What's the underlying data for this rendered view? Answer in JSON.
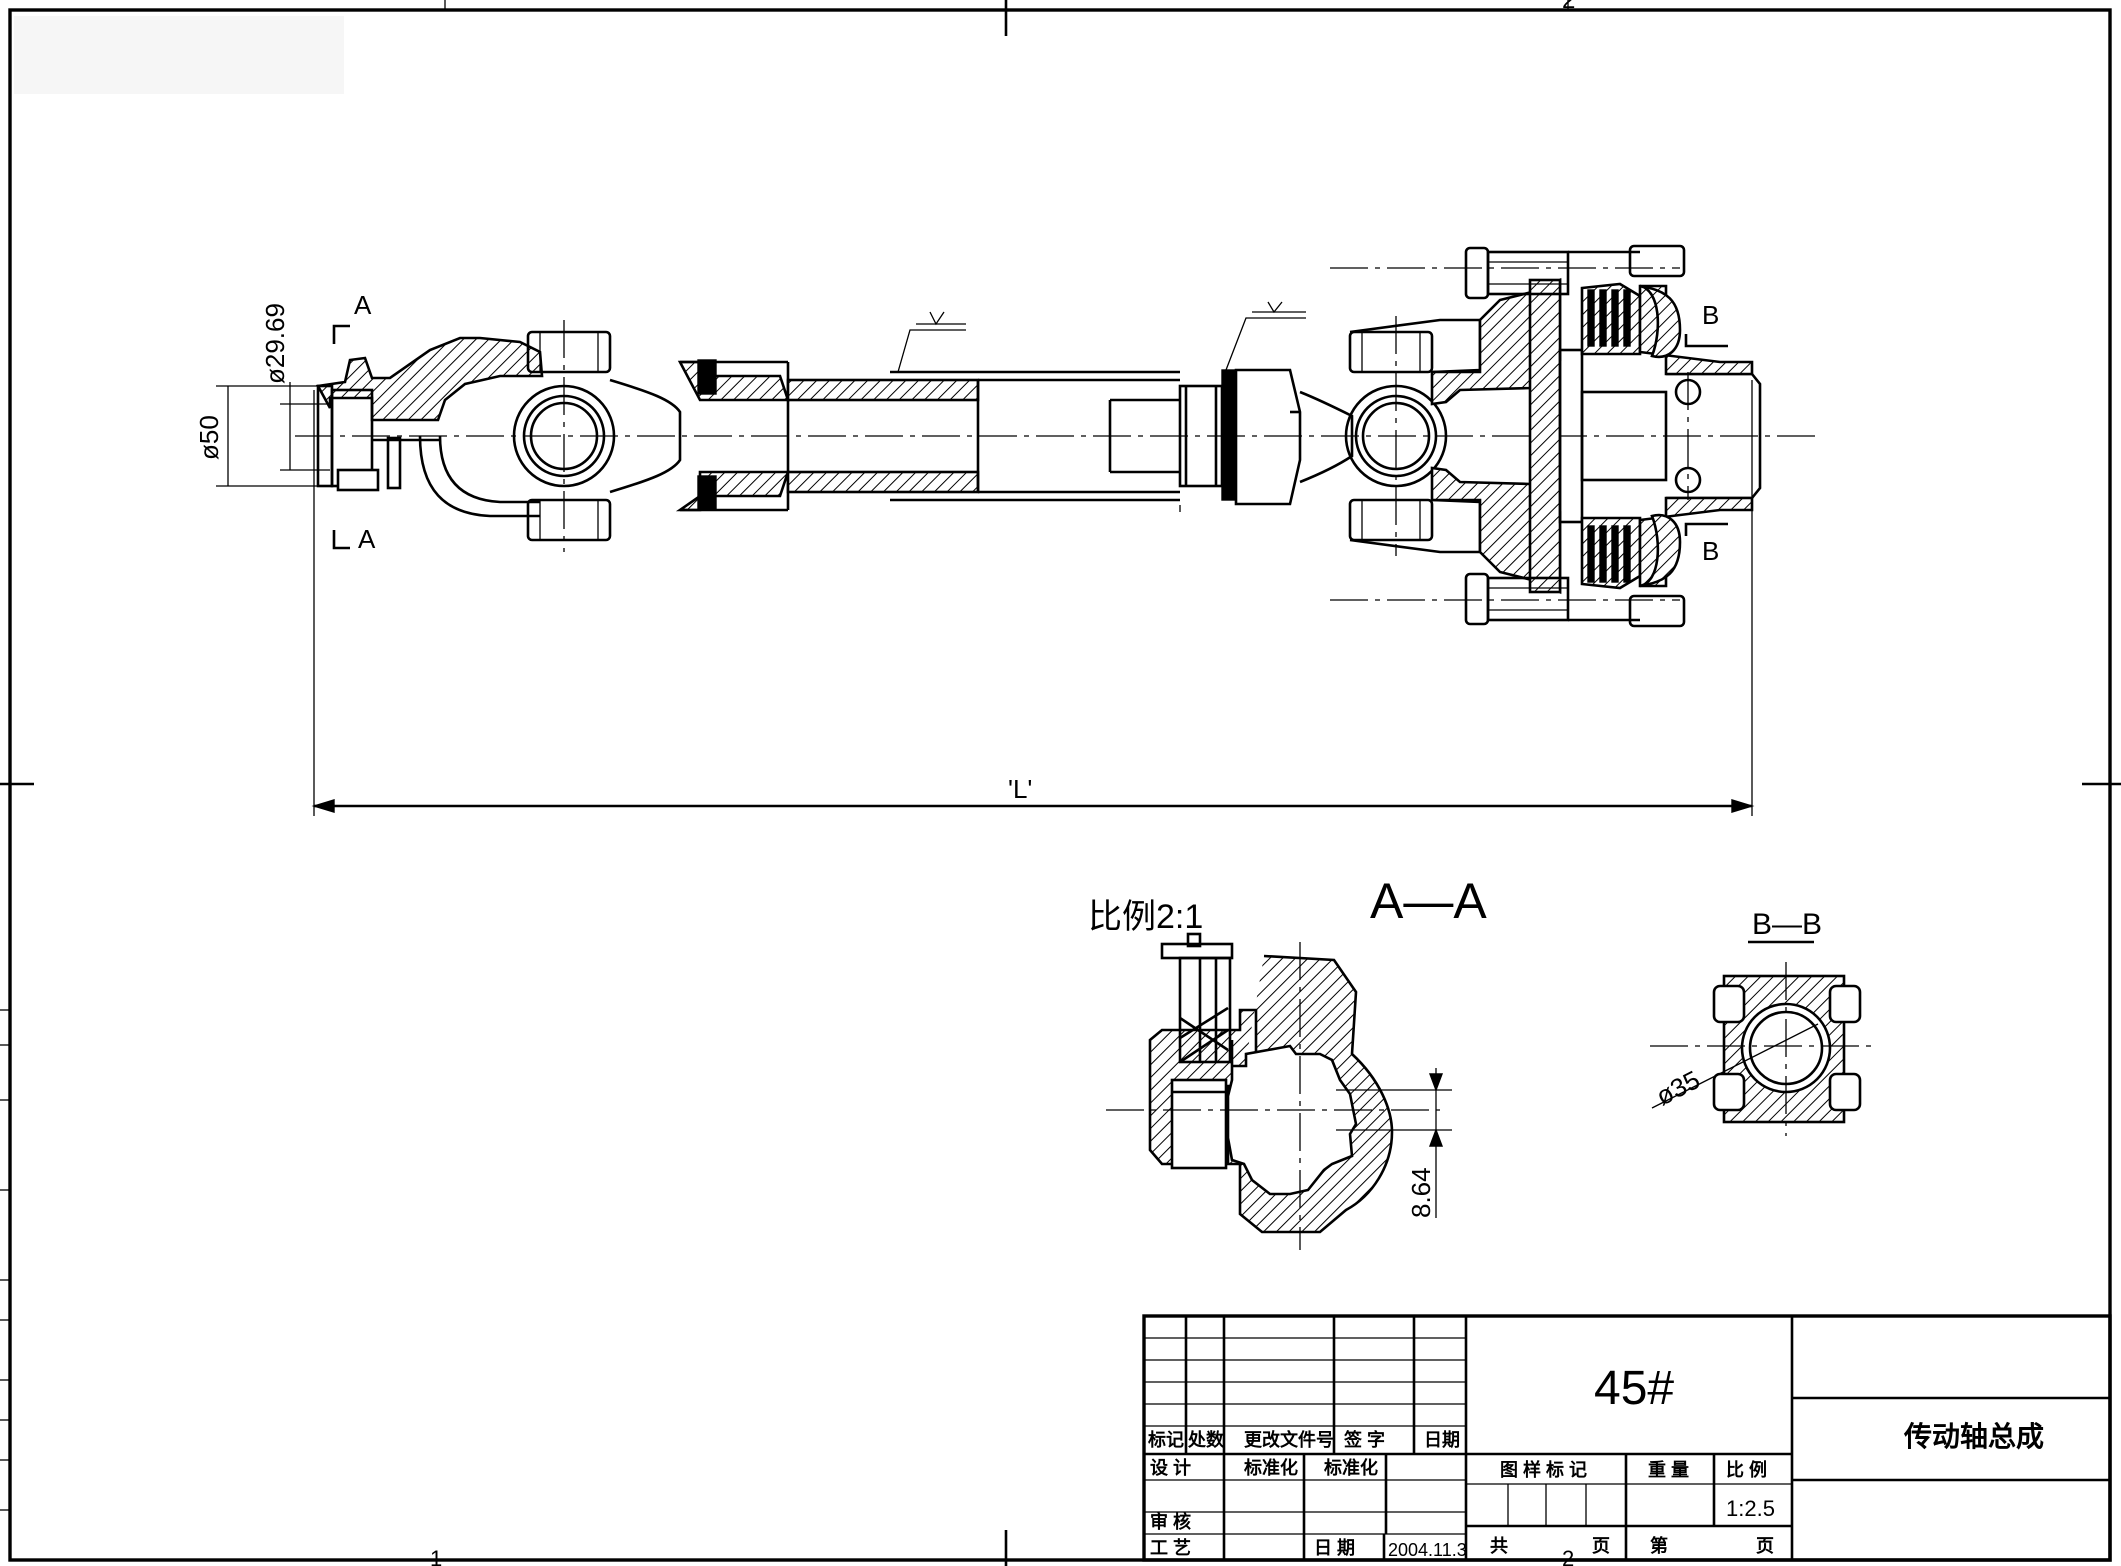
{
  "drawing": {
    "dimensions": {
      "phi_29_69": "ø29.69",
      "phi_50": "ø50",
      "length_L": "'L'",
      "phi_35": "ø35",
      "keyway_8_64": "8.64"
    },
    "section_markers": {
      "a_top": "A",
      "a_bottom": "A",
      "b_top": "B",
      "b_bottom": "B"
    },
    "detail_views": {
      "aa_scale": "比例2:1",
      "aa_title": "A—A",
      "bb_title": "B—B"
    },
    "zone_numbers": {
      "top_2": "2",
      "bottom_1": "1",
      "bottom_2": "2"
    }
  },
  "title_block": {
    "material": "45#",
    "part_name": "传动轴总成",
    "revision_headers": {
      "mark": "标记",
      "count": "处数",
      "change_doc": "更改文件号",
      "signature": "签 字",
      "date": "日期"
    },
    "roles": {
      "design": "设 计",
      "standardization_a": "标准化",
      "standardization_b": "标准化",
      "review": "审 核",
      "process": "工 艺",
      "date_label": "日 期",
      "date_value": "2004.11.3"
    },
    "meta_headers": {
      "drawing_mark": "图 样 标 记",
      "weight": "重 量",
      "scale": "比 例"
    },
    "scale_value": "1:2.5",
    "sheets": {
      "total_label": "共",
      "page_label_a": "页",
      "sheet_label": "第",
      "page_label_b": "页"
    }
  }
}
